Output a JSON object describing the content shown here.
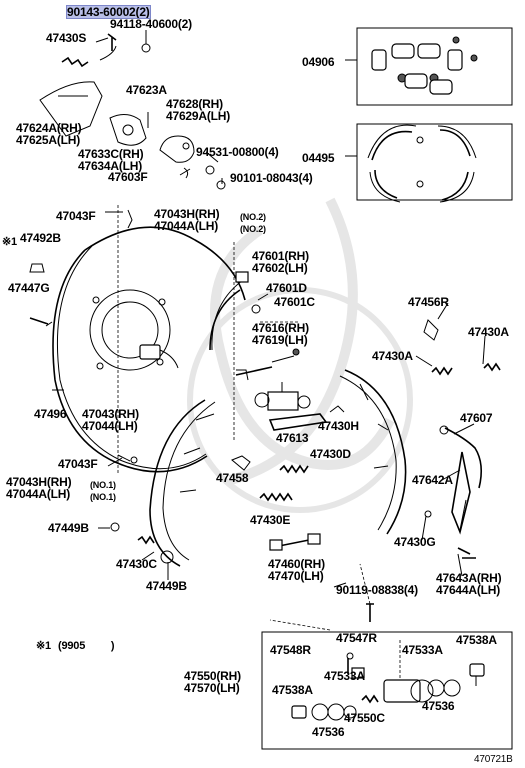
{
  "diagram_code": "470721B",
  "footnote": {
    "mark": "※1",
    "text": "(9905         )"
  },
  "labels": {
    "p90143": "90143-60002(2)",
    "p94118": "94118-40600(2)",
    "p47430S": "47430S",
    "p04906": "04906",
    "p47623A": "47623A",
    "p47628": "47628(RH)",
    "p47629": "47629A(LH)",
    "p47624": "47624A(RH)",
    "p47625": "47625A(LH)",
    "p47633": "47633C(RH)",
    "p47634": "47634A(LH)",
    "p94531": "94531-00800(4)",
    "p04495": "04495",
    "p47603F": "47603F",
    "p90101": "90101-08043(4)",
    "p47043F_top": "47043F",
    "p47043H_top": "47043H(RH)",
    "p47044A_top": "47044A(LH)",
    "no2a": "(NO.2)",
    "no2b": "(NO.2)",
    "mark1": "※1",
    "p47492B": "47492B",
    "p47447G": "47447G",
    "p47601": "47601(RH)",
    "p47602": "47602(LH)",
    "p47601D": "47601D",
    "p47601C": "47601C",
    "p47456R": "47456R",
    "p47430A_r": "47430A",
    "p47430A_l": "47430A",
    "p47616": "47616(RH)",
    "p47619": "47619(LH)",
    "p47496": "47496",
    "p47043_mid": "47043(RH)",
    "p47044_mid": "47044(LH)",
    "p47613": "47613",
    "p47430H": "47430H",
    "p47607": "47607",
    "p47043F_low": "47043F",
    "p47430D": "47430D",
    "p47043H_low": "47043H(RH)",
    "no1a": "(NO.1)",
    "p47044A_low": "47044A(LH)",
    "no1b": "(NO.1)",
    "p47458": "47458",
    "p47642A": "47642A",
    "p47430E": "47430E",
    "p47449B_l": "47449B",
    "p47430G": "47430G",
    "p47430C": "47430C",
    "p47460": "47460(RH)",
    "p47470": "47470(LH)",
    "p47643A": "47643A(RH)",
    "p47644A": "47644A(LH)",
    "p47449B_b": "47449B",
    "p90119": "90119-08838(4)",
    "p47547R": "47547R",
    "p47538A_r": "47538A",
    "p47548R": "47548R",
    "p47533A_r": "47533A",
    "p47550": "47550(RH)",
    "p47570": "47570(LH)",
    "p47533A_l": "47533A",
    "p47538A_l": "47538A",
    "p47536_r": "47536",
    "p47550C": "47550C",
    "p47536_l": "47536"
  }
}
